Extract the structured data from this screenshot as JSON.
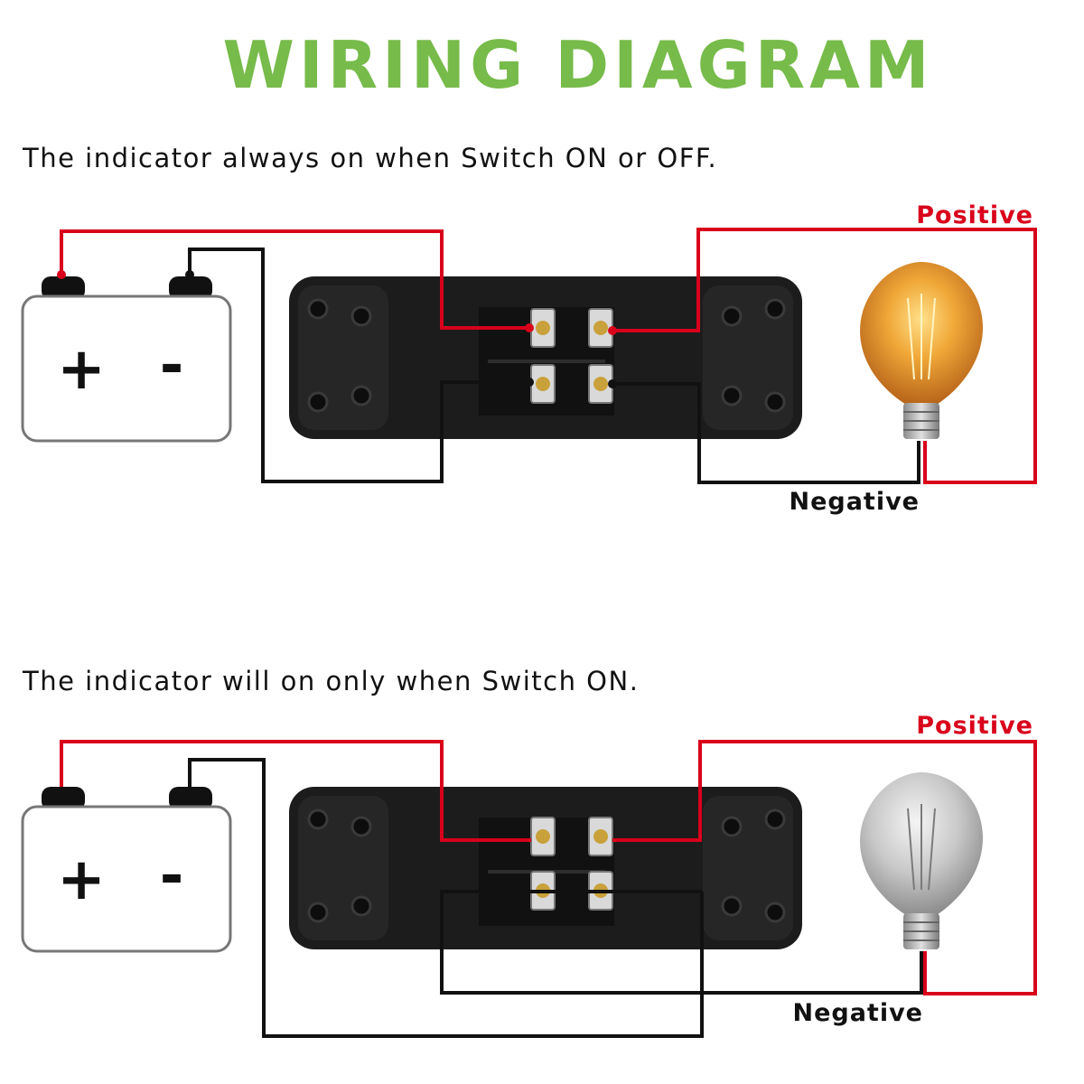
{
  "title": "WIRING DIAGRAM",
  "diagrams": [
    {
      "caption": "The indicator always on when Switch ON or OFF.",
      "battery": {
        "plus": "+",
        "minus": "-"
      },
      "positive_label": "Positive",
      "negative_label": "Negative",
      "bulb_state": "lit"
    },
    {
      "caption": "The indicator will on only when Switch ON.",
      "battery": {
        "plus": "+",
        "minus": "-"
      },
      "positive_label": "Positive",
      "negative_label": "Negative",
      "bulb_state": "off"
    }
  ],
  "colors": {
    "title": "#77bb4a",
    "positive_wire": "#d9001b",
    "negative_wire": "#111111",
    "switch_body": "#1c1c1c",
    "bulb_lit": "#e8a030",
    "bulb_off": "#bdbdbd"
  }
}
